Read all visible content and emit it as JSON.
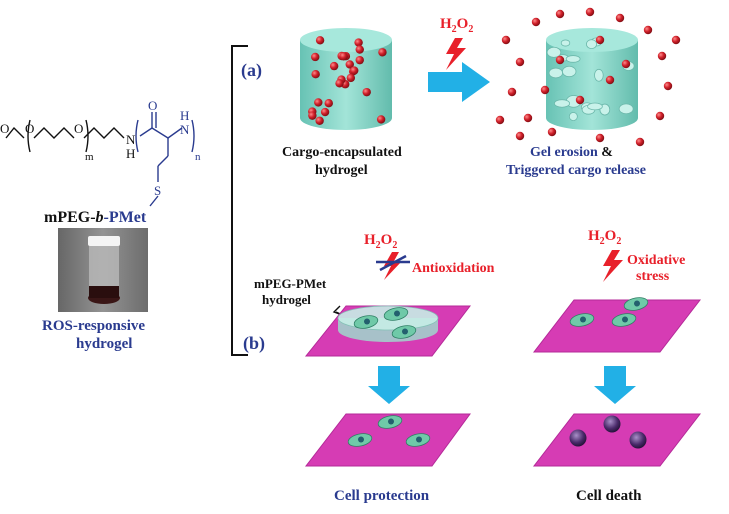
{
  "labels": {
    "panel_a": "(a)",
    "panel_b": "(b)",
    "h2o2": "H",
    "h2o2_sub": "2",
    "h2o2_o": "O",
    "cargo_line1": "Cargo-encapsulated",
    "cargo_line2": "hydrogel",
    "gel_erosion": "Gel erosion",
    "amp": " &",
    "triggered": "Triggered cargo release",
    "polymer_a": "mPEG-",
    "polymer_b": "b",
    "polymer_c": "-PMet",
    "ros_line1": "ROS-responsive",
    "ros_line2": "hydrogel",
    "mpeg_hydrogel_line1": "mPEG-PMet",
    "mpeg_hydrogel_line2": "hydrogel",
    "antioxidation": "Antioxidation",
    "oxidative_line1": "Oxidative",
    "oxidative_line2": "stress",
    "cell_protection": "Cell protection",
    "cell_death": "Cell death",
    "chem_m": "m",
    "chem_n": "n",
    "chem_O": "O",
    "chem_N": "N",
    "chem_H": "H",
    "chem_S": "S"
  },
  "colors": {
    "gel": "#7cd3c3",
    "bead": "#c8202a",
    "plate": "#d63cb4",
    "arrow": "#22b0e6",
    "red_text": "#e8202a",
    "blue_text": "#2a3b8f"
  },
  "icons": [
    "lightning-bolt-icon",
    "blocked-lightning-icon",
    "arrow-right-icon",
    "arrow-down-icon"
  ]
}
